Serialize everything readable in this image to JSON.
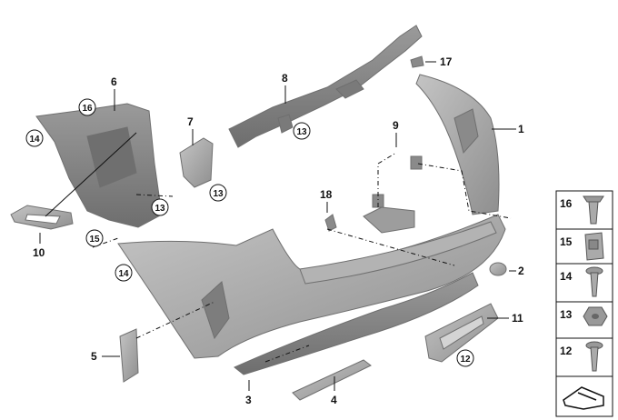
{
  "callouts": {
    "c1": "1",
    "c2": "2",
    "c3": "3",
    "c4": "4",
    "c5": "5",
    "c6": "6",
    "c7": "7",
    "c8": "8",
    "c9": "9",
    "c10": "10",
    "c11": "11",
    "c12": "12",
    "c13": "13",
    "c14": "14",
    "c15": "15",
    "c16": "16",
    "c17": "17",
    "c18": "18"
  },
  "legend_table": [
    "16",
    "15",
    "14",
    "13",
    "12"
  ],
  "colors": {
    "part_fill": "#a9a9a9",
    "part_dark": "#8e8e8e",
    "line": "#111111"
  }
}
